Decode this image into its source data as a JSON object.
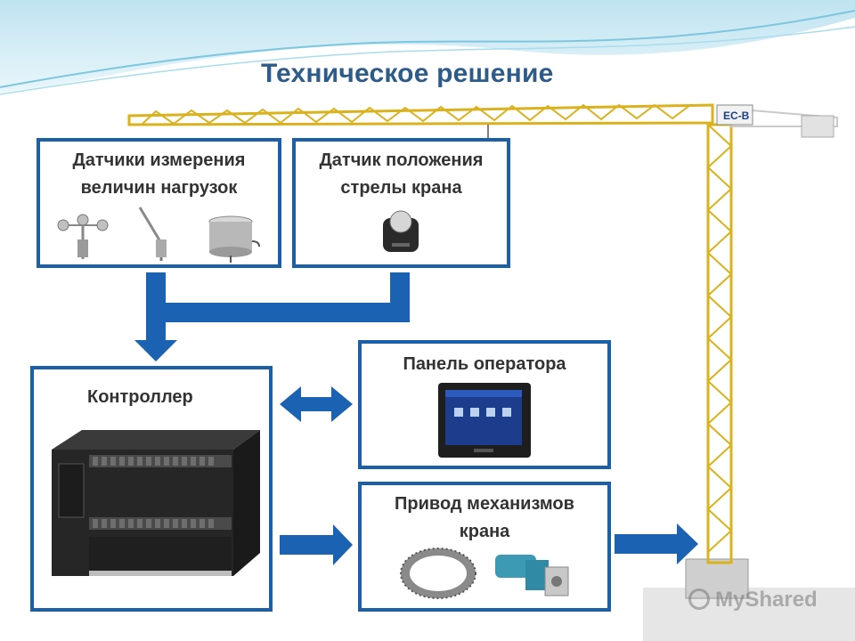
{
  "title": "Техническое решение",
  "boxes": {
    "load_sensors": {
      "line1": "Датчики измерения",
      "line2": "величин нагрузок"
    },
    "boom_sensor": {
      "line1": "Датчик положения",
      "line2": "стрелы крана"
    },
    "controller": {
      "label": "Контроллер"
    },
    "operator_panel": {
      "label": "Панель оператора"
    },
    "crane_drive": {
      "line1": "Привод механизмов",
      "line2": "крана"
    }
  },
  "crane_cab_label": "EC-B",
  "watermark": "MyShared",
  "colors": {
    "box_border": "#1b5fa8",
    "arrow": "#1b62b3",
    "crane_yellow": "#d9b21e",
    "title": "#2e5c8a"
  },
  "icons": [
    "anemometer-icon",
    "wind-vane-icon",
    "load-cell-icon",
    "boom-position-sensor-icon",
    "plc-controller-image",
    "hmi-panel-image",
    "slewing-ring-icon",
    "gear-motor-icon",
    "tower-crane-image"
  ]
}
